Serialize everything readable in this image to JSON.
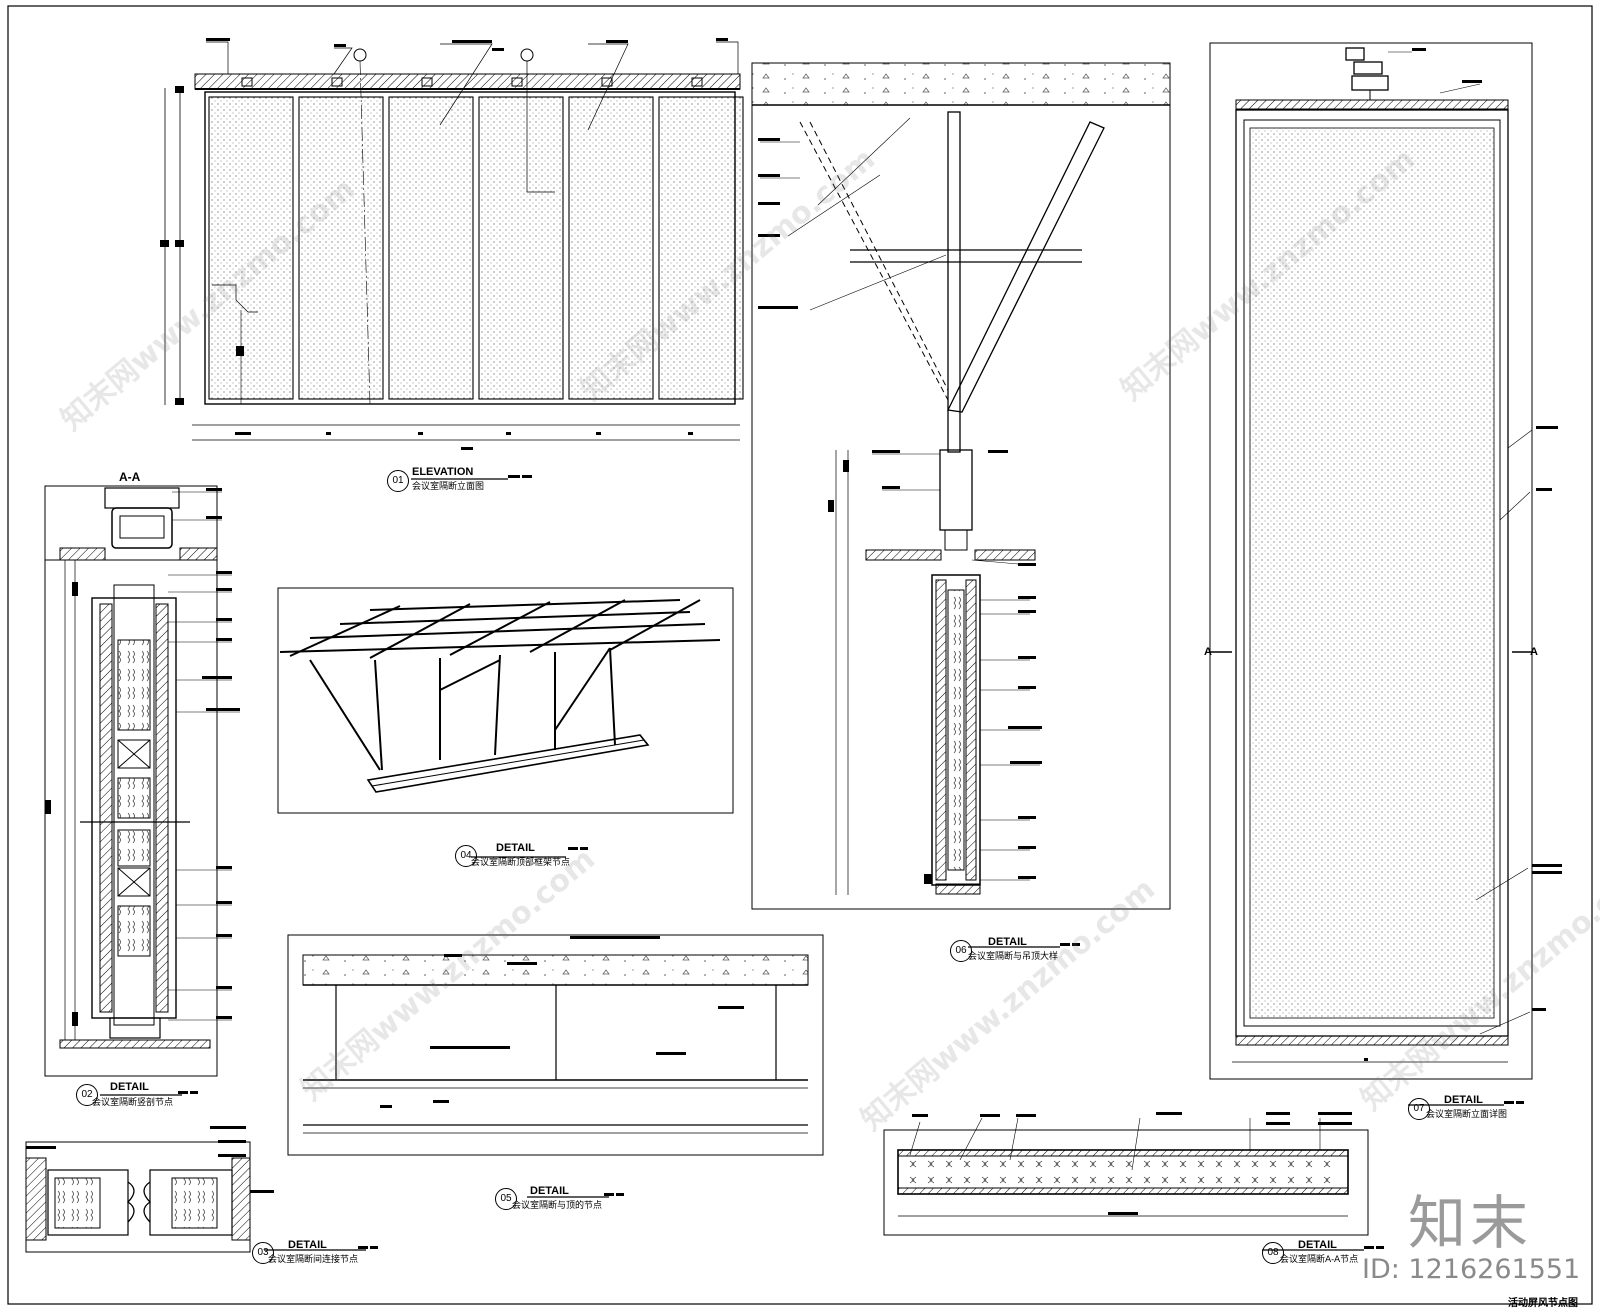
{
  "sheet": {
    "title": "活动屏风节点图",
    "brand": "知末",
    "id_text": "ID: 1216261551",
    "watermark": "知末网www.znzmo.com"
  },
  "details": [
    {
      "number": "01",
      "heading": "ELEVATION",
      "caption": "会议室隔断立面图"
    },
    {
      "number": "02",
      "heading": "DETAIL",
      "caption": "会议室隔断竖剖节点"
    },
    {
      "number": "03",
      "heading": "DETAIL",
      "caption": "会议室隔断间连接节点"
    },
    {
      "number": "04",
      "heading": "DETAIL",
      "caption": "会议室隔断顶部框架节点"
    },
    {
      "number": "05",
      "heading": "DETAIL",
      "caption": "会议室隔断与顶的节点"
    },
    {
      "number": "06",
      "heading": "DETAIL",
      "caption": "会议室隔断与吊顶大样"
    },
    {
      "number": "07",
      "heading": "DETAIL",
      "caption": "会议室隔断立面详图"
    },
    {
      "number": "08",
      "heading": "DETAIL",
      "caption": "会议室隔断A-A节点"
    }
  ],
  "section_marks": {
    "aa_title": "A-A",
    "left": "A",
    "right": "A"
  }
}
